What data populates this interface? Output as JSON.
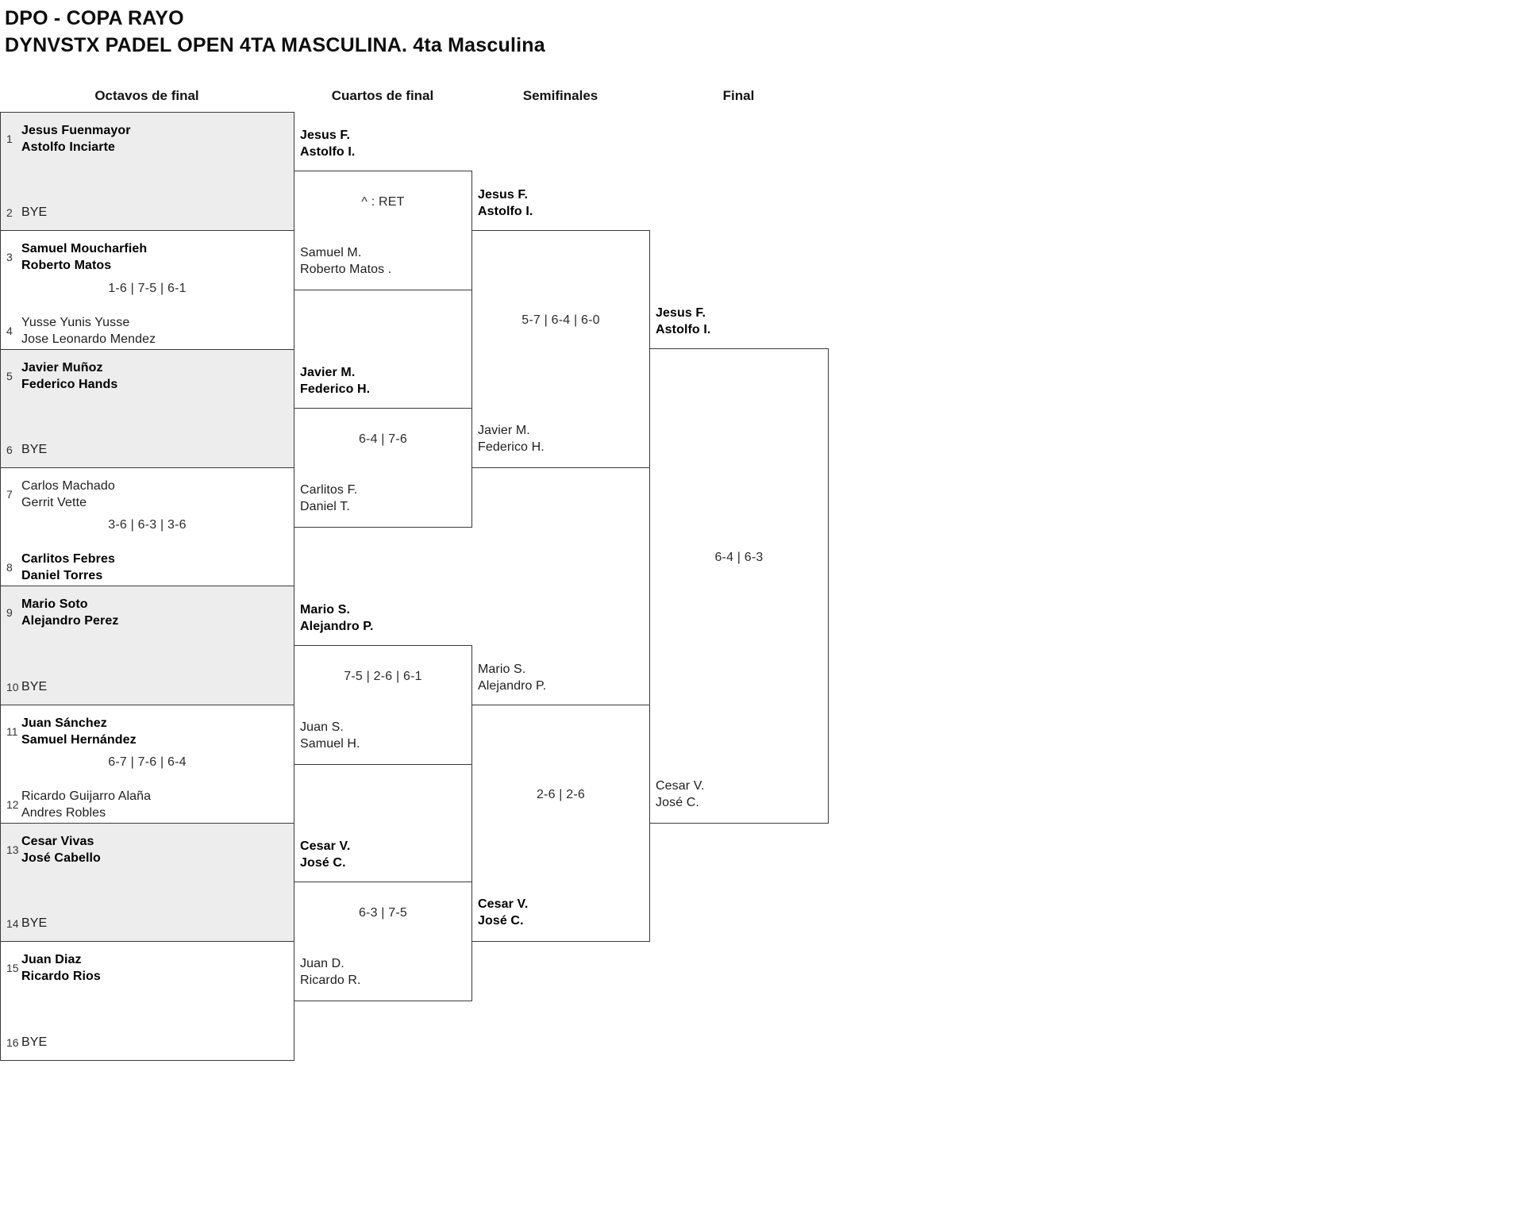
{
  "title": {
    "line1": "DPO - COPA RAYO",
    "line2": "DYNVSTX PADEL OPEN 4TA MASCULINA. 4ta Masculina"
  },
  "headers": [
    "Octavos de final",
    "Cuartos de final",
    "Semifinales",
    "Final"
  ],
  "colors": {
    "shaded_box": "#ededed",
    "border": "#3a3a3a",
    "text": "#1e1e1e"
  },
  "r16": {
    "matches": [
      {
        "shaded": true,
        "score": "",
        "top": {
          "seed": "1",
          "line1": "Jesus Fuenmayor",
          "line2": "Astolfo Inciarte",
          "winner": true
        },
        "bottom": {
          "seed": "2",
          "line1": "BYE",
          "line2": "",
          "winner": false
        }
      },
      {
        "shaded": false,
        "score": "1-6 | 7-5 | 6-1",
        "top": {
          "seed": "3",
          "line1": "Samuel Moucharfieh",
          "line2": "Roberto Matos",
          "winner": true
        },
        "bottom": {
          "seed": "4",
          "line1": "Yusse Yunis Yusse",
          "line2": "Jose Leonardo Mendez",
          "winner": false
        }
      },
      {
        "shaded": true,
        "score": "",
        "top": {
          "seed": "5",
          "line1": "Javier Muñoz",
          "line2": "Federico Hands",
          "winner": true
        },
        "bottom": {
          "seed": "6",
          "line1": "BYE",
          "line2": "",
          "winner": false
        }
      },
      {
        "shaded": false,
        "score": "3-6 | 6-3 | 3-6",
        "top": {
          "seed": "7",
          "line1": "Carlos Machado",
          "line2": "Gerrit Vette",
          "winner": false
        },
        "bottom": {
          "seed": "8",
          "line1": "Carlitos Febres",
          "line2": "Daniel Torres",
          "winner": true
        }
      },
      {
        "shaded": true,
        "score": "",
        "top": {
          "seed": "9",
          "line1": "Mario Soto",
          "line2": "Alejandro Perez",
          "winner": true
        },
        "bottom": {
          "seed": "10",
          "line1": "BYE",
          "line2": "",
          "winner": false
        }
      },
      {
        "shaded": false,
        "score": "6-7 | 7-6 | 6-4",
        "top": {
          "seed": "11",
          "line1": "Juan Sánchez",
          "line2": "Samuel Hernández",
          "winner": true
        },
        "bottom": {
          "seed": "12",
          "line1": "Ricardo Guijarro Alaña",
          "line2": "Andres Robles",
          "winner": false
        }
      },
      {
        "shaded": true,
        "score": "",
        "top": {
          "seed": "13",
          "line1": "Cesar Vivas",
          "line2": "José Cabello",
          "winner": true
        },
        "bottom": {
          "seed": "14",
          "line1": "BYE",
          "line2": "",
          "winner": false
        }
      },
      {
        "shaded": false,
        "score": "",
        "top": {
          "seed": "15",
          "line1": "Juan Diaz",
          "line2": "Ricardo Rios",
          "winner": true
        },
        "bottom": {
          "seed": "16",
          "line1": "BYE",
          "line2": "",
          "winner": false
        }
      }
    ]
  },
  "qf": {
    "matches": [
      {
        "score": "^ : RET",
        "top": {
          "line1": "Jesus F.",
          "line2": "Astolfo I.",
          "winner": true
        },
        "bottom": {
          "line1": "Samuel M.",
          "line2": "Roberto Matos .",
          "winner": false
        }
      },
      {
        "score": "6-4 | 7-6",
        "top": {
          "line1": "Javier M.",
          "line2": "Federico H.",
          "winner": true
        },
        "bottom": {
          "line1": "Carlitos F.",
          "line2": "Daniel T.",
          "winner": false
        }
      },
      {
        "score": "7-5 | 2-6 | 6-1",
        "top": {
          "line1": "Mario S.",
          "line2": "Alejandro P.",
          "winner": true
        },
        "bottom": {
          "line1": "Juan S.",
          "line2": "Samuel H.",
          "winner": false
        }
      },
      {
        "score": "6-3 | 7-5",
        "top": {
          "line1": "Cesar V.",
          "line2": "José C.",
          "winner": true
        },
        "bottom": {
          "line1": "Juan D.",
          "line2": "Ricardo R.",
          "winner": false
        }
      }
    ]
  },
  "sf": {
    "matches": [
      {
        "score": "5-7 | 6-4 | 6-0",
        "top": {
          "line1": "Jesus F.",
          "line2": "Astolfo I.",
          "winner": true
        },
        "bottom": {
          "line1": "Javier M.",
          "line2": "Federico H.",
          "winner": false
        }
      },
      {
        "score": "2-6 | 2-6",
        "top": {
          "line1": "Mario S.",
          "line2": "Alejandro P.",
          "winner": false
        },
        "bottom": {
          "line1": "Cesar V.",
          "line2": "José C.",
          "winner": true
        }
      }
    ]
  },
  "final": {
    "matches": [
      {
        "score": "6-4 | 6-3",
        "top": {
          "line1": "Jesus F.",
          "line2": "Astolfo I.",
          "winner": true
        },
        "bottom": {
          "line1": "Cesar V.",
          "line2": "José C.",
          "winner": false
        }
      }
    ]
  }
}
